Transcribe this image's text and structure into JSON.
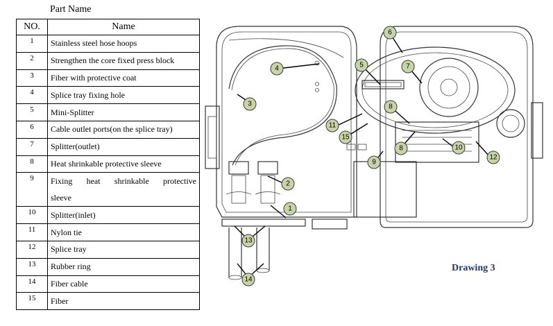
{
  "header": {
    "title": "Part Name"
  },
  "table": {
    "col_no": "NO.",
    "col_name": "Name",
    "rows": [
      {
        "no": "1",
        "name": "Stainless steel hose hoops"
      },
      {
        "no": "2",
        "name": "Strengthen the core fixed press block"
      },
      {
        "no": "3",
        "name": "Fiber with protective coat"
      },
      {
        "no": "4",
        "name": "Splice tray fixing hole"
      },
      {
        "no": "5",
        "name": "Mini-Splitter"
      },
      {
        "no": "6",
        "name": "Cable outlet ports(on the splice tray)"
      },
      {
        "no": "7",
        "name": "Splitter(outlet)"
      },
      {
        "no": "8",
        "name": "Heat shrinkable protective sleeve"
      },
      {
        "no": "9",
        "name_line1": "Fixing heat shrinkable protective",
        "name_line2": "sleeve"
      },
      {
        "no": "10",
        "name": "Splitter(inlet)"
      },
      {
        "no": "11",
        "name": "Nylon tie"
      },
      {
        "no": "12",
        "name": "Splice tray"
      },
      {
        "no": "13",
        "name": "Rubber ring"
      },
      {
        "no": "14",
        "name": "Fiber cable"
      },
      {
        "no": "15",
        "name": "Fiber"
      }
    ]
  },
  "drawing": {
    "label": "Drawing 3",
    "callouts": [
      "1",
      "2",
      "3",
      "4",
      "5",
      "6",
      "7",
      "8",
      "8",
      "9",
      "10",
      "11",
      "12",
      "13",
      "14",
      "15"
    ],
    "callout_color": "#c8d3a8"
  }
}
